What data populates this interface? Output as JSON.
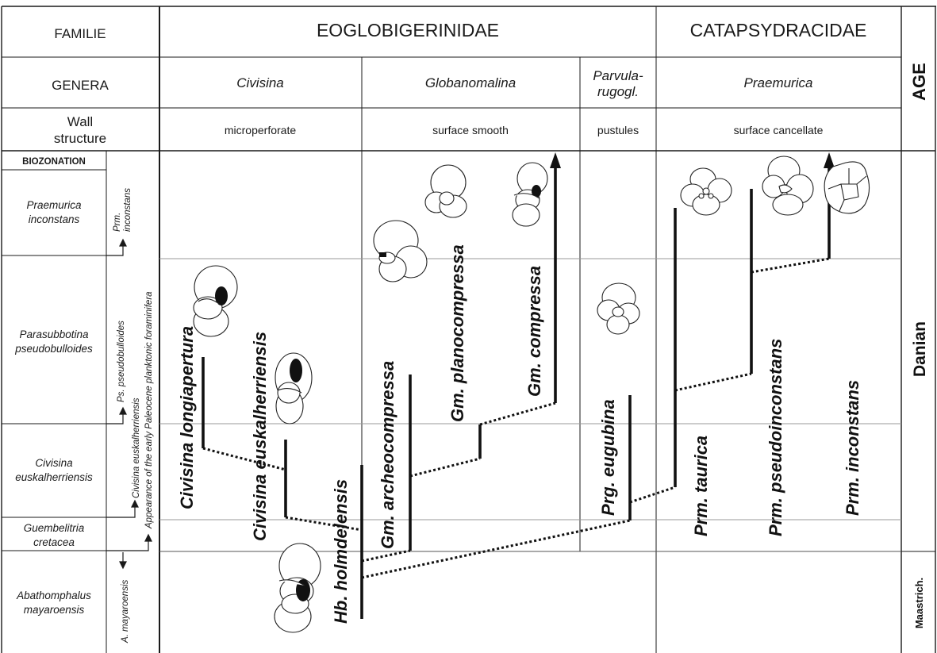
{
  "header": {
    "familie_label": "FAMILIE",
    "genera_label": "GENERA",
    "wall_label_1": "Wall",
    "wall_label_2": "structure",
    "families": [
      "EOGLOBIGERINIDAE",
      "CATAPSYDRACIDAE"
    ],
    "age_title": "AGE",
    "genera": [
      "Civisina",
      "Globanomalina",
      "Parvula-",
      "rugogl.",
      "Praemurica"
    ],
    "wall_structures": [
      "microperforate",
      "surface smooth",
      "pustules",
      "surface cancellate"
    ]
  },
  "biozonation": {
    "title": "BIOZONATION",
    "zones": [
      {
        "line1": "Praemurica",
        "line2": "inconstans"
      },
      {
        "line1": "Parasubbotina",
        "line2": "pseudobulloides"
      },
      {
        "line1": "Civisina",
        "line2": "euskalherriensis"
      },
      {
        "line1": "Guembelitria",
        "line2": "cretacea"
      },
      {
        "line1": "Abathomphalus",
        "line2": "mayaroensis"
      }
    ],
    "datum_markers": [
      "Prm.",
      "inconstans",
      "Ps. pseudobulloides",
      "Civisina euskalherriensis",
      "A. mayaroensis"
    ],
    "appearance_note": "Appearance of the early Paleocene planktonic foraminifera"
  },
  "ages": [
    "Danian",
    "Maastrich."
  ],
  "species": [
    "Civisina longiapertura",
    "Civisina euskalherriensis",
    "Hb. holmdelensis",
    "Gm. archeocompressa",
    "Gm. planocompressa",
    "Gm. compressa",
    "Prg. eugubina",
    "Prm. taurica",
    "Prm. pseudoinconstans",
    "Prm. inconstans"
  ],
  "colors": {
    "line": "#1a1a1a",
    "range_bar": "#111111",
    "grid": "#9a9a9a",
    "background": "#ffffff"
  }
}
